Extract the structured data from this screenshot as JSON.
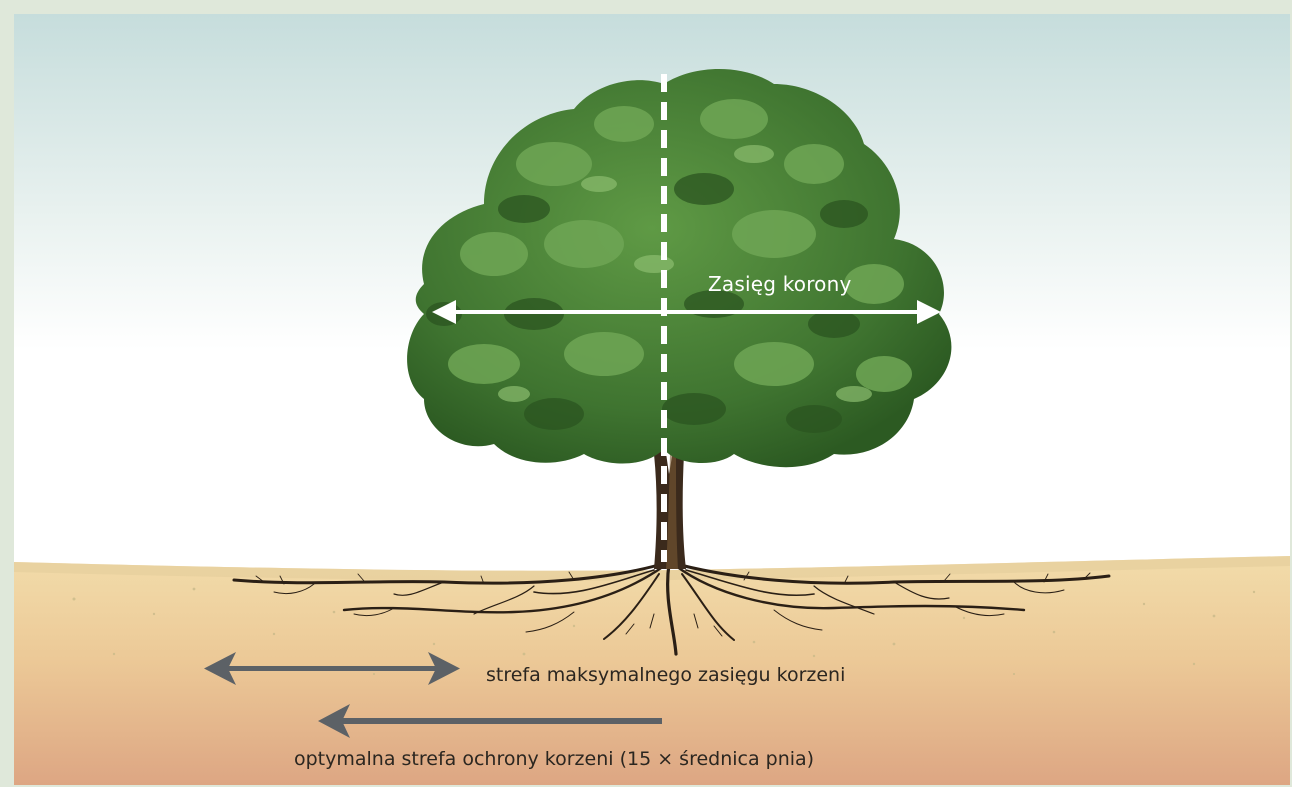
{
  "labels": {
    "crown_spread": "Zasięg korony",
    "max_root_zone": "strefa maksymalnego zasięgu korzeni",
    "optimal_root_protection": "optymalna strefa ochrony korzeni (15 × średnica pnia)"
  },
  "colors": {
    "sky_top": "#c8dedd",
    "sky_bottom": "#ffffff",
    "soil_top": "#f0d9a3",
    "soil_bottom": "#deaa82",
    "foliage_dark": "#2f5e24",
    "foliage_mid": "#467f33",
    "foliage_light": "#6fa655",
    "arrow_gray": "#5c6166",
    "roots": "#2a1f15"
  },
  "icons": {
    "tree": "tree-illustration",
    "crown_arrow": "double-headed-arrow",
    "trunk_axis": "dashed-vertical-line",
    "max_zone_arrow": "double-headed-arrow",
    "protection_arrow": "left-arrow"
  }
}
